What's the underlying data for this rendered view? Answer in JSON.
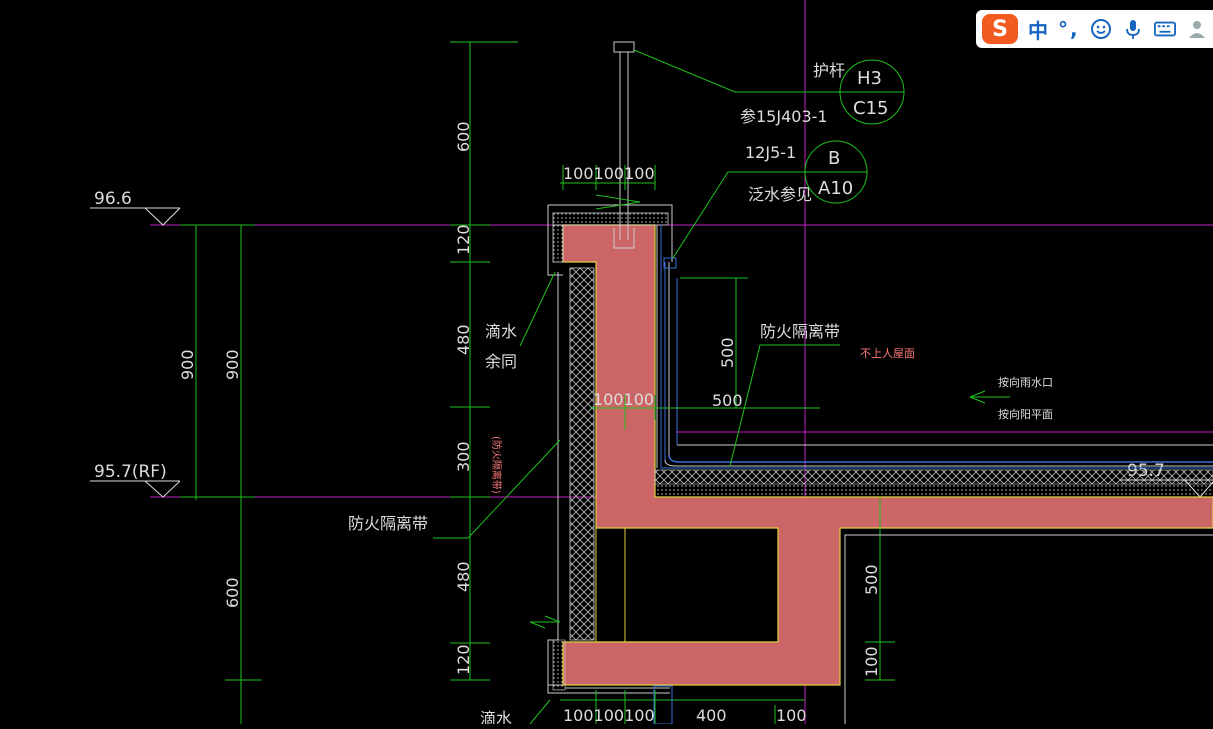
{
  "levels": {
    "top": "96.6",
    "rf": "95.7(RF)",
    "roof": "95.7"
  },
  "dims": {
    "v600top": "600",
    "v120a": "120",
    "v480a": "480",
    "v300": "300",
    "v480b": "480",
    "v120b": "120",
    "l900": "900",
    "r900": "900",
    "l600": "600",
    "top100s": "100100100",
    "mid100s": "100100",
    "h500": "500",
    "v500a": "500",
    "v500b": "500",
    "v100": "100",
    "bot100s": "100100100",
    "b400": "400",
    "b100": "100"
  },
  "labels": {
    "railing": "护杆",
    "ref15j": "参15J403-1",
    "ref12j": "12J5-1",
    "flashing": "泛水参见",
    "drip1": "滴水",
    "drip2": "余同",
    "firebreak_a": "防火隔离带",
    "firebreak_b": "防火隔离带",
    "firebreak_v": "(防火隔离带)",
    "roof_type": "不上人屋面",
    "slope1": "按向雨水口",
    "slope2": "按向阳平面",
    "drip_bottom": "滴水"
  },
  "bubbles": {
    "h3_top": "H3",
    "h3_bottom": "C15",
    "b_top": "B",
    "b_bottom": "A10"
  },
  "ime": {
    "zh": "中",
    "punct": "°,"
  }
}
